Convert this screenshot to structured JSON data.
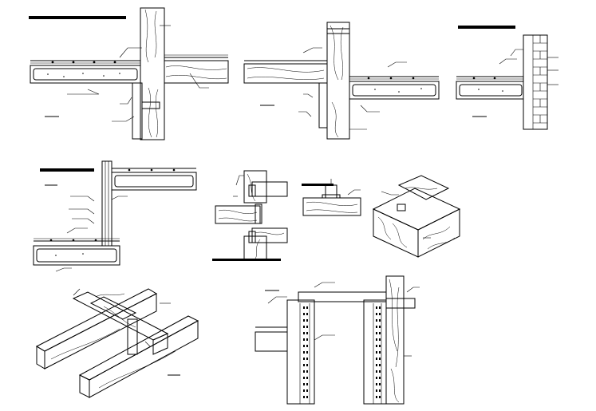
{
  "sheet": {
    "title": "",
    "details": [
      {
        "id": "detail-1",
        "caption": ""
      },
      {
        "id": "detail-2",
        "caption": ""
      },
      {
        "id": "detail-3",
        "caption": ""
      },
      {
        "id": "detail-4",
        "caption": ""
      },
      {
        "id": "detail-5",
        "caption": ""
      },
      {
        "id": "detail-6",
        "caption": ""
      },
      {
        "id": "detail-7",
        "caption": ""
      },
      {
        "id": "detail-8",
        "caption": ""
      },
      {
        "id": "detail-9",
        "caption": ""
      },
      {
        "id": "detail-10",
        "caption": ""
      }
    ]
  },
  "colors": {
    "ink": "#000000",
    "paper": "#ffffff"
  }
}
